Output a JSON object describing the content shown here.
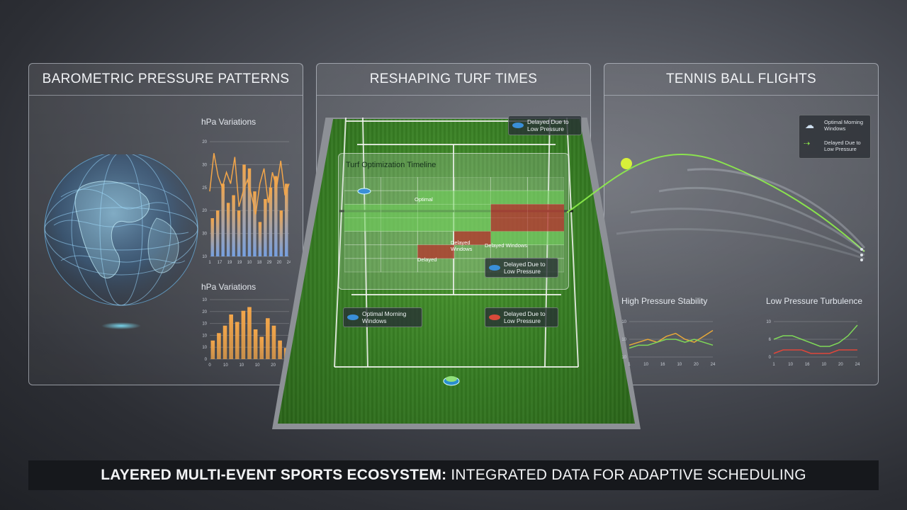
{
  "panels": {
    "barometric": {
      "title": "BAROMETRIC PRESSURE PATTERNS",
      "chart1": {
        "title": "hPa Variations",
        "yticks": [
          "20",
          "30",
          "25",
          "20",
          "30",
          "10"
        ],
        "xticks": [
          "1",
          "17",
          "19",
          "19",
          "10",
          "18",
          "29",
          "20",
          "24"
        ],
        "values": [
          10,
          12,
          19,
          14,
          16,
          12,
          24,
          23,
          17,
          9,
          15,
          18,
          21,
          12,
          19
        ],
        "line": [
          17,
          27,
          21,
          18,
          22,
          19,
          26,
          13,
          17,
          20,
          16,
          11,
          19,
          23,
          14,
          22,
          18,
          25,
          16,
          19
        ],
        "ylim": [
          0,
          30
        ]
      },
      "chart2": {
        "title": "hPa Variations",
        "yticks": [
          "10",
          "20",
          "10",
          "10",
          "10",
          "0"
        ],
        "xticks": [
          "0",
          "10",
          "10",
          "10",
          "20",
          "20"
        ],
        "values": [
          5,
          7,
          9,
          12,
          10,
          13,
          14,
          8,
          6,
          11,
          9,
          5,
          3
        ],
        "ylim": [
          0,
          16
        ]
      }
    },
    "turf": {
      "title": "RESHAPING TURF TIMES",
      "timeline_title": "Turf Optimization Timeline",
      "top_tag": "Delayed Due to Low Pressure",
      "cells": {
        "optimal": "Optimal",
        "delayed_windows": "Delayed Windows",
        "delayed": "Delayed",
        "delayed_windows_2": "Delayed Windows"
      },
      "inner_tag": "Delayed Due to Low Pressure",
      "bottom_left_tag": "Optimal Morning Windows",
      "bottom_right_tag": "Delayed Due to Low Pressure"
    },
    "tennis": {
      "title": "TENNIS BALL FLIGHTS",
      "legend": {
        "optimal": "Optimal Morning Windows",
        "delayed": "Delayed Due to Low Pressure"
      },
      "high_chart": {
        "title": "High Pressure Stability",
        "yticks": [
          "10",
          "10",
          "10"
        ],
        "xticks": [
          "1",
          "10",
          "16",
          "10",
          "20",
          "24"
        ],
        "series": [
          {
            "values": [
              4,
              5,
              6,
              5,
              7,
              8,
              6,
              5,
              7,
              9
            ]
          },
          {
            "values": [
              3,
              4,
              4,
              5,
              6,
              6,
              5,
              6,
              5,
              4
            ]
          }
        ],
        "ylim": [
          0,
          12
        ]
      },
      "low_chart": {
        "title": "Low Pressure Turbulence",
        "yticks": [
          "10",
          "6",
          "0"
        ],
        "xticks": [
          "1",
          "10",
          "16",
          "10",
          "20",
          "24"
        ],
        "series": [
          {
            "values": [
              5,
              6,
              6,
              5,
              4,
              3,
              3,
              4,
              6,
              9
            ]
          },
          {
            "values": [
              1,
              2,
              2,
              2,
              1,
              1,
              1,
              2,
              2,
              2
            ]
          }
        ],
        "ylim": [
          0,
          10
        ]
      }
    }
  },
  "banner": {
    "bold": "LAYERED MULTI-EVENT SPORTS ECOSYSTEM:",
    "rest": " INTEGRATED DATA FOR ADAPTIVE SCHEDULING"
  },
  "colors": {
    "bar_top": "#f3a64a",
    "bar_bottom": "#7aa8ef",
    "grass": "#357a22",
    "optimal": "#6fd15a",
    "delayed": "#b23a2e",
    "flight": "#8ef04a"
  }
}
